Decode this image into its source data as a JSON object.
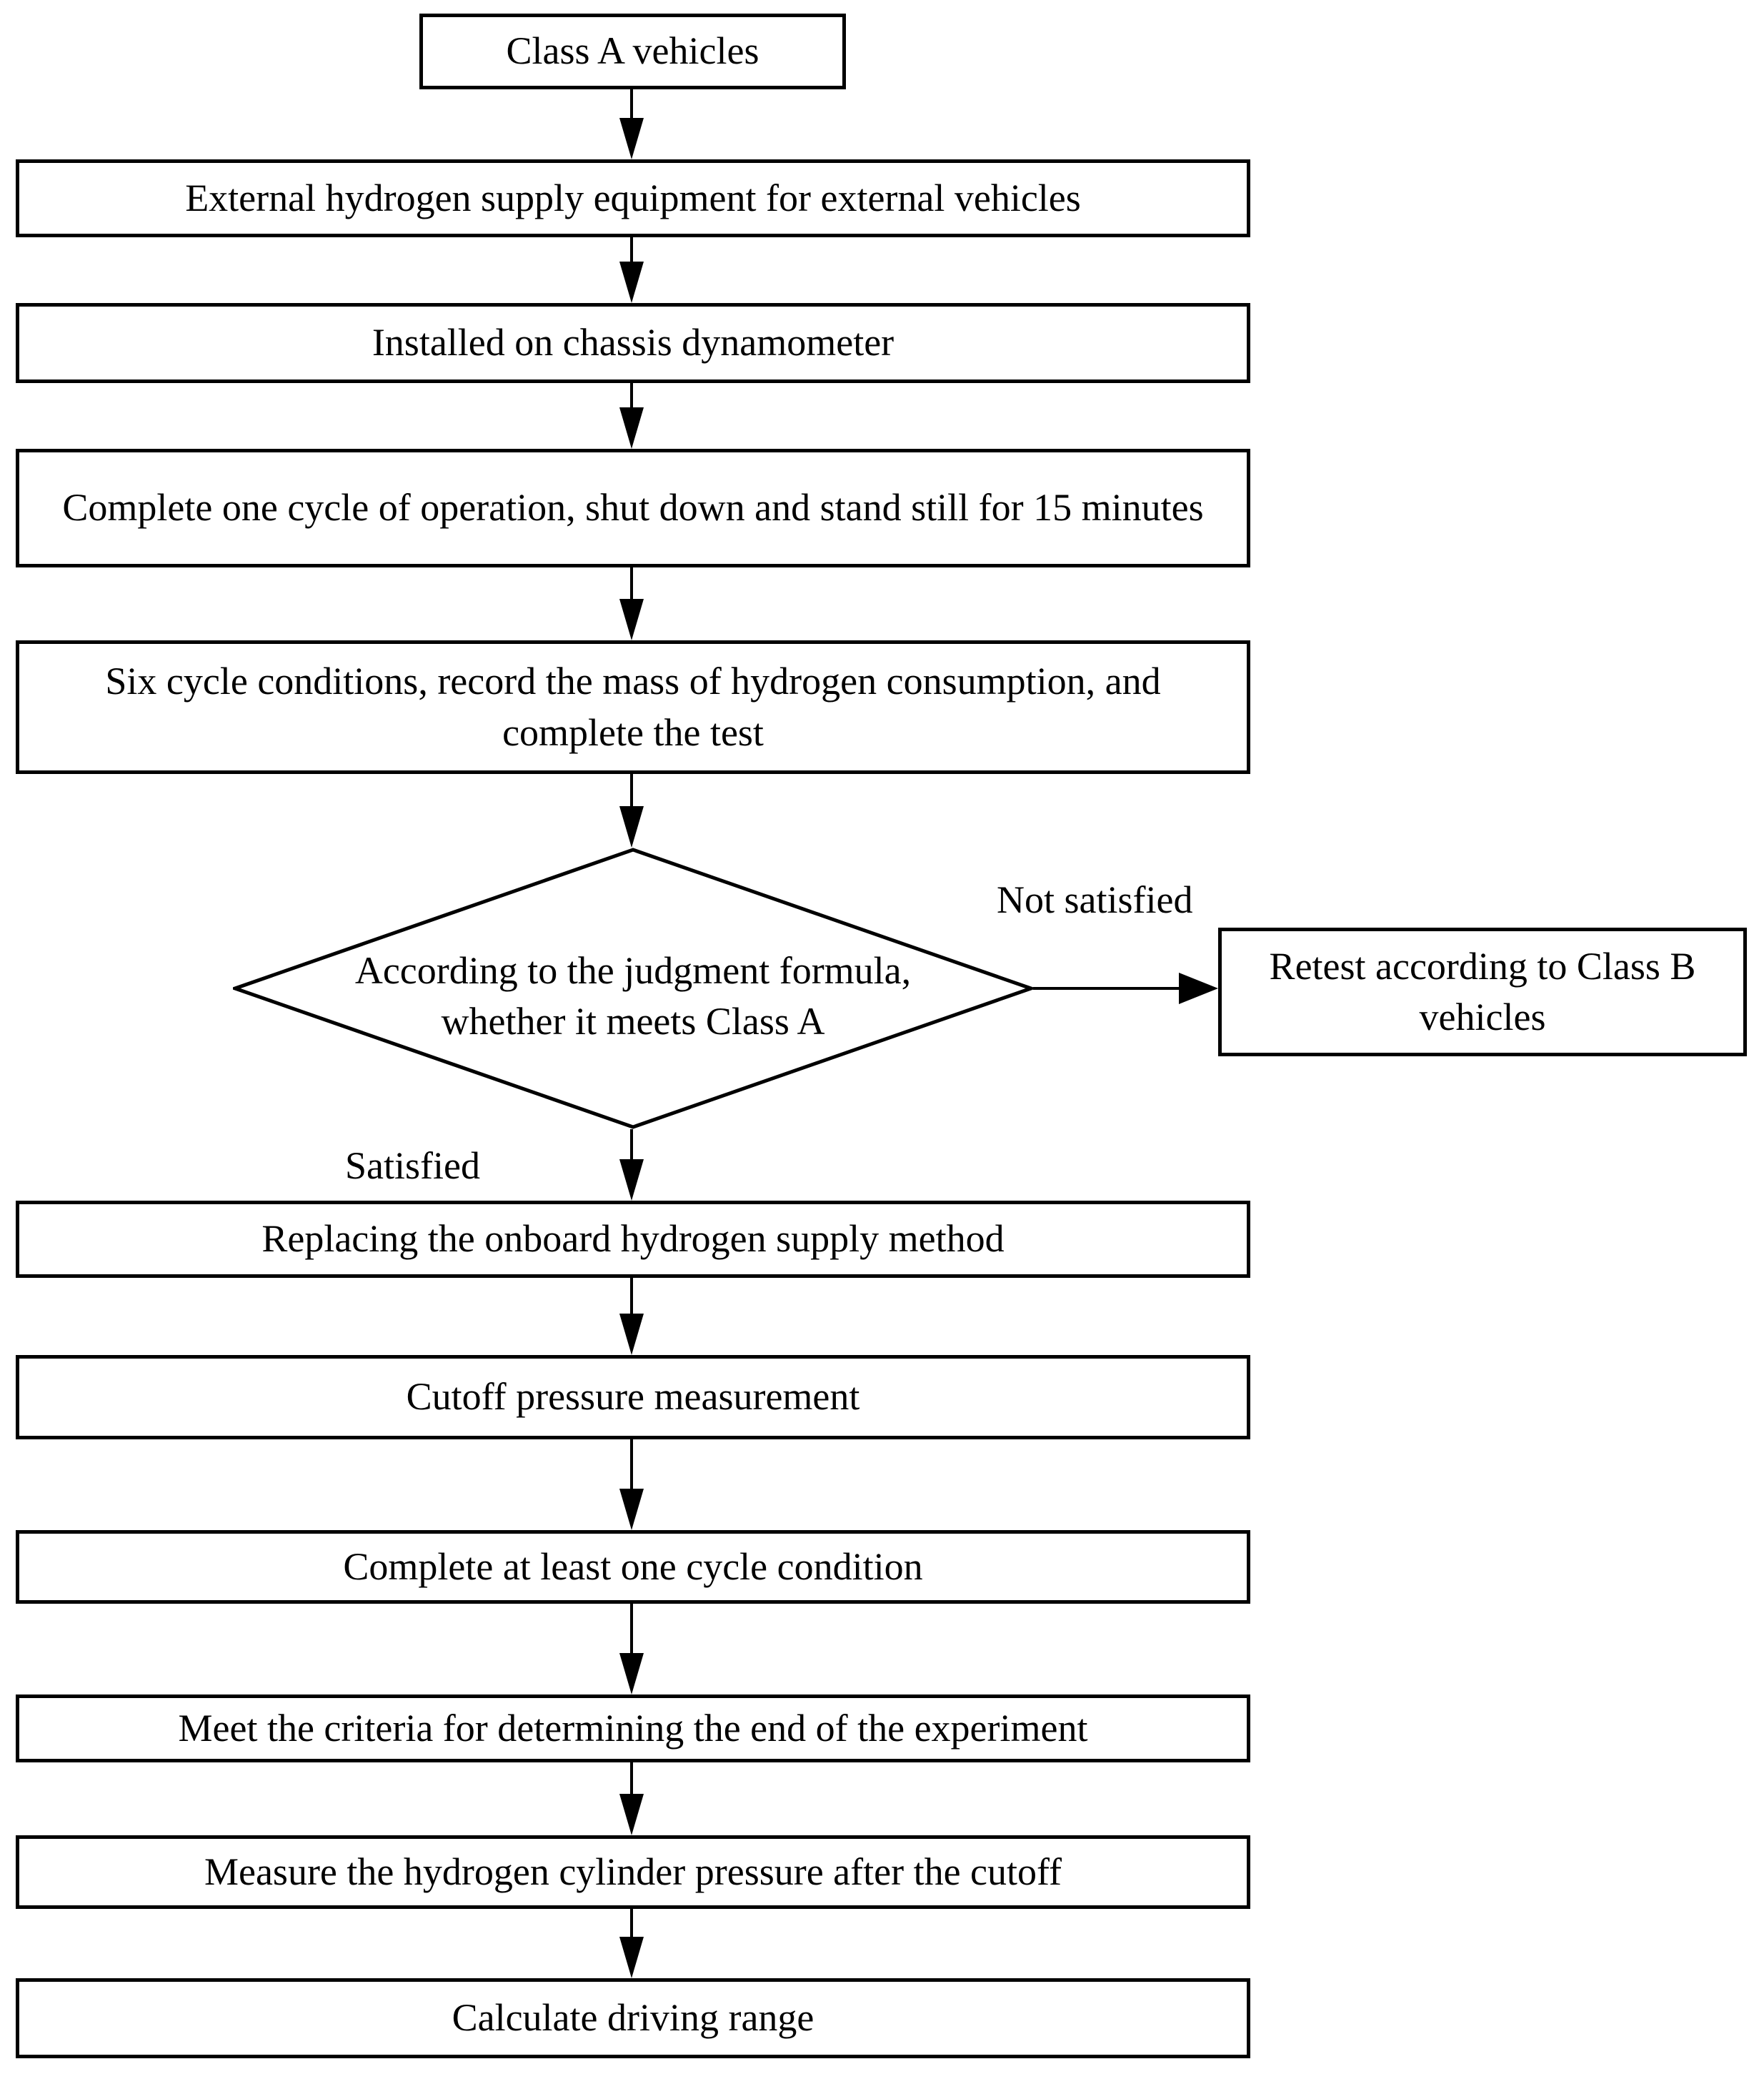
{
  "diagram": {
    "nodes": {
      "start": "Class A vehicles",
      "external_supply": "External hydrogen supply equipment for external vehicles",
      "chassis": "Installed on chassis dynamometer",
      "one_cycle": "Complete one cycle of operation, shut down and stand still for 15 minutes",
      "six_cycle": "Six cycle conditions, record the mass of hydrogen consumption, and complete the test",
      "decision": "According to the judgment formula, whether it meets Class A",
      "retest": "Retest according to Class B vehicles",
      "replacing": "Replacing the onboard hydrogen supply method",
      "cutoff": "Cutoff pressure measurement",
      "complete_one": "Complete at least one cycle condition",
      "meet_criteria": "Meet the criteria for determining the end of the experiment",
      "measure": "Measure the hydrogen cylinder pressure after the cutoff",
      "calculate": "Calculate driving range"
    },
    "edge_labels": {
      "satisfied": "Satisfied",
      "not_satisfied": "Not satisfied"
    },
    "colors": {
      "ink": "#000000",
      "paper": "#ffffff"
    }
  }
}
